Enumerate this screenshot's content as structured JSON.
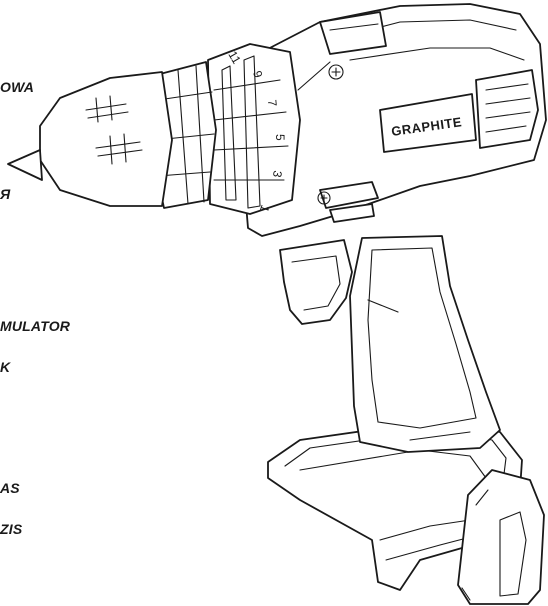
{
  "labels": [
    {
      "text": "OWA"
    },
    {
      "text": "Я"
    },
    {
      "text": "MULATOR"
    },
    {
      "text": "K"
    },
    {
      "text": "AS"
    },
    {
      "text": "ZIS"
    }
  ],
  "product": {
    "brand": "GRAPHITE",
    "dial_numbers": [
      "11",
      "9",
      "7",
      "5",
      "3",
      "1"
    ]
  }
}
